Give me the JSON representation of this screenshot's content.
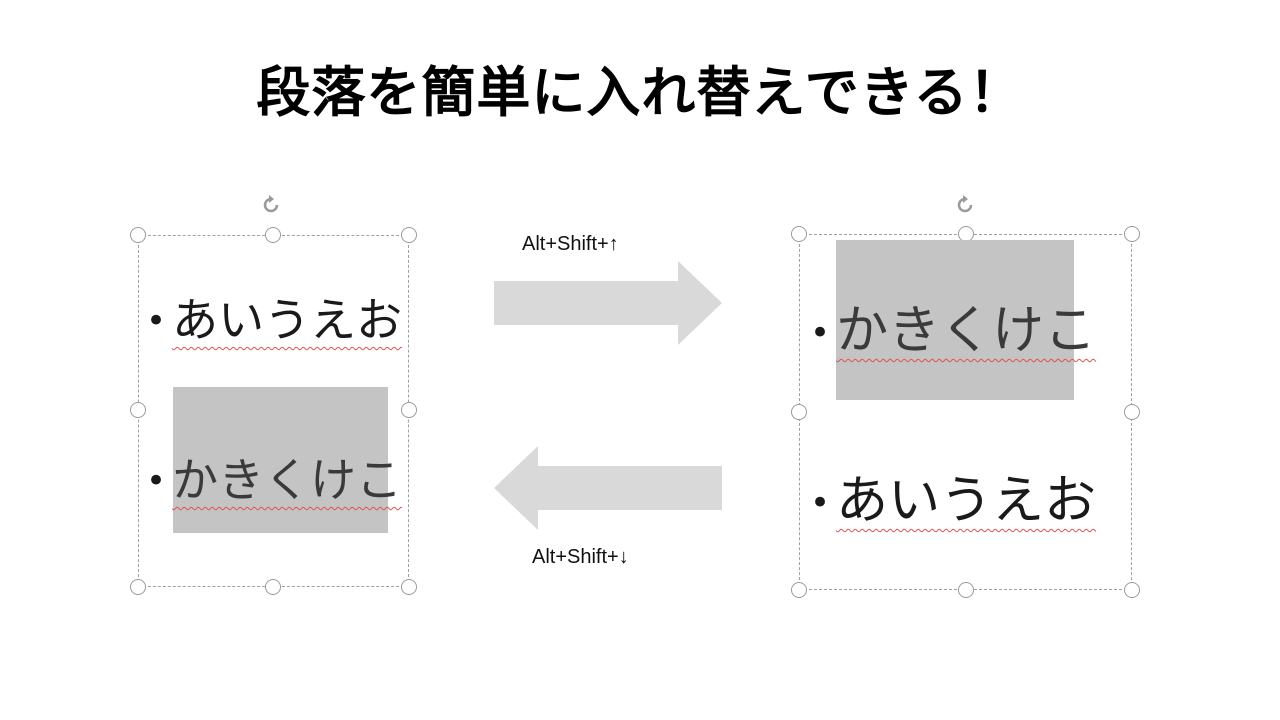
{
  "title": "段落を簡単に入れ替えできる！",
  "left_box": {
    "paragraph_1": "あいうえお",
    "paragraph_2": "かきくけこ",
    "selected_paragraph": 2
  },
  "right_box": {
    "paragraph_1": "かきくけこ",
    "paragraph_2": "あいうえお",
    "selected_paragraph": 1
  },
  "bullet": "•",
  "shortcut_up": "Alt+Shift+↑",
  "shortcut_down": "Alt+Shift+↓",
  "colors": {
    "selection": "#c4c4c4",
    "arrow": "#d9d9d9",
    "handle_border": "#9a9a9a",
    "spellcheck_underline": "#e05050"
  }
}
